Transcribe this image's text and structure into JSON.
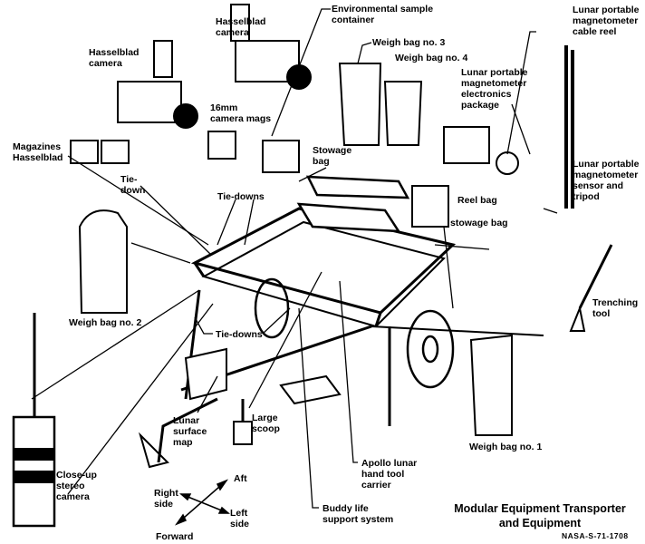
{
  "title": "Modular Equipment Transporter\nand Equipment",
  "figure_code": "NASA-S-71-1708",
  "labels": {
    "env_sample": "Environmental sample\ncontainer",
    "hasselblad_1": "Hasselblad\ncamera",
    "hasselblad_2": "Hasselblad\ncamera",
    "weigh3": "Weigh bag no. 3",
    "weigh4": "Weigh bag no. 4",
    "mag_reel": "Lunar portable\nmagnetometer\ncable reel",
    "mag_elec": "Lunar portable\nmagnetometer\nelectronics\npackage",
    "mags16": "16mm\ncamera mags",
    "stowage1": "Stowage\nbag",
    "magazines": "Magazines\nHasselblad",
    "tiedowns1": "Tie-downs",
    "tiedown": "Tie-\ndown",
    "reel_bag": "Reel bag",
    "stowage2": "stowage bag",
    "mag_sensor": "Lunar portable\nmagnetometer\nsensor and\ntripod",
    "weigh2": "Weigh bag no. 2",
    "trenching": "Trenching\ntool",
    "tiedowns2": "Tie-downs",
    "stereo": "Close-up\nstereo\ncamera",
    "map": "Lunar\nsurface\nmap",
    "scoop": "Large\nscoop",
    "weigh1": "Weigh bag no. 1",
    "carrier": "Apollo lunar\nhand tool\ncarrier",
    "buddy": "Buddy life\nsupport system"
  },
  "compass": {
    "aft": "Aft",
    "right": "Right\nside",
    "left": "Left\nside",
    "forward": "Forward"
  }
}
